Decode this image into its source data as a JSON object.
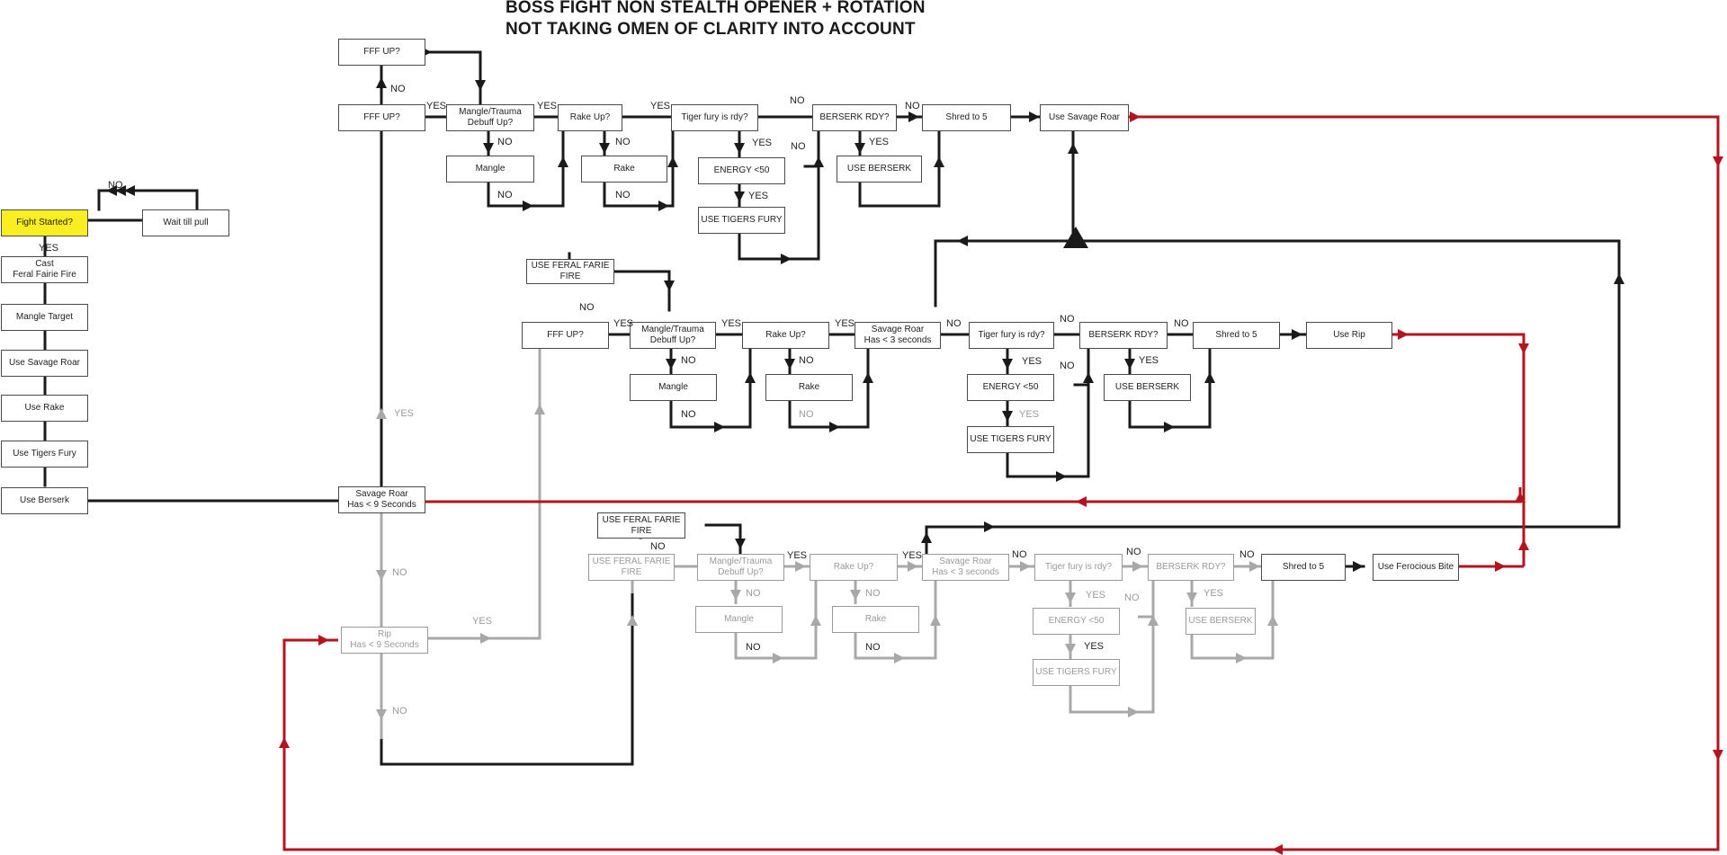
{
  "title": {
    "line1": "BOSS FIGHT NON STEALTH OPENER + ROTATION",
    "line2": "NOT TAKING OMEN OF CLARITY INTO ACCOUNT"
  },
  "colors": {
    "dark": "#1a1a1a",
    "faded": "#a8a8a8",
    "red": "#b3141f",
    "highlight": "#f8ee22"
  },
  "opener": {
    "fight_started": "Fight Started?",
    "wait_till_pull": "Wait till pull",
    "cast_ff": "Cast\nFeral Fairie Fire",
    "mangle_target": "Mangle Target",
    "use_savage_roar": "Use Savage Roar",
    "use_rake": "Use Rake",
    "use_tigers_fury": "Use Tigers Fury",
    "use_berserk": "Use Berserk"
  },
  "checks": {
    "savage_roar_9": "Savage Roar\nHas < 9 Seconds",
    "rip_9": "Rip\nHas < 9 Seconds"
  },
  "row1": {
    "fff_up_top": "FFF UP?",
    "fff_up": "FFF UP?",
    "mangle_up": "Mangle/Trauma\nDebuff Up?",
    "mangle": "Mangle",
    "rake_up": "Rake Up?",
    "rake": "Rake",
    "tf_rdy": "Tiger fury is rdy?",
    "energy": "ENERGY <50",
    "use_tf": "USE TIGERS FURY",
    "berserk_rdy": "BERSERK RDY?",
    "use_berserk": "USE BERSERK",
    "shred": "Shred to 5",
    "result": "Use Savage Roar"
  },
  "row2": {
    "use_ff": "USE FERAL FARIE FIRE",
    "fff_up": "FFF UP?",
    "mangle_up": "Mangle/Trauma\nDebuff Up?",
    "mangle": "Mangle",
    "rake_up": "Rake Up?",
    "rake": "Rake",
    "sr_3": "Savage Roar\nHas < 3 seconds",
    "tf_rdy": "Tiger fury is rdy?",
    "energy": "ENERGY <50",
    "use_tf": "USE TIGERS FURY",
    "berserk_rdy": "BERSERK RDY?",
    "use_berserk": "USE BERSERK",
    "shred": "Shred to 5",
    "result": "Use Rip"
  },
  "row3": {
    "use_ff_top": "USE FERAL FARIE FIRE",
    "use_ff": "USE FERAL FARIE FIRE",
    "mangle_up": "Mangle/Trauma\nDebuff Up?",
    "mangle": "Mangle",
    "rake_up": "Rake Up?",
    "rake": "Rake",
    "sr_3": "Savage Roar\nHas < 3 seconds",
    "tf_rdy": "Tiger fury is rdy?",
    "energy": "ENERGY <50",
    "use_tf": "USE TIGERS FURY",
    "berserk_rdy": "BERSERK RDY?",
    "use_berserk": "USE BERSERK",
    "shred": "Shred to 5",
    "result": "Use Ferocious Bite"
  },
  "labels": {
    "yes": "YES",
    "no": "NO"
  }
}
